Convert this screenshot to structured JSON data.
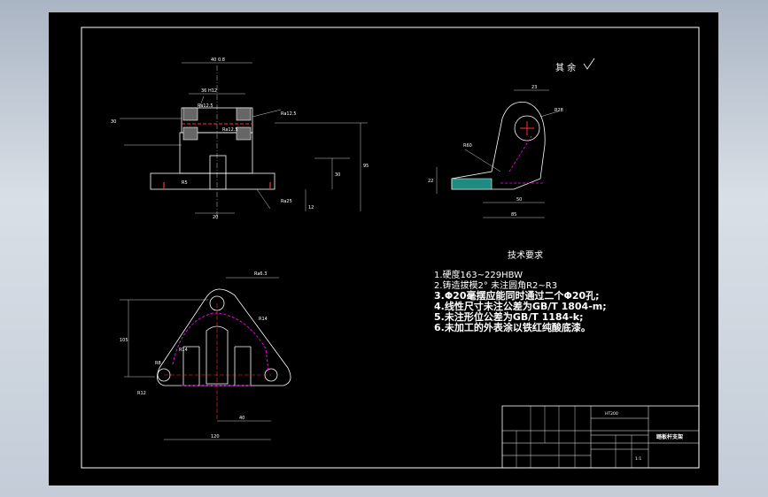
{
  "drawing": {
    "roughness_label": "其 余",
    "tech_title": "技术要求",
    "tech_notes": [
      "1.硬度163~229HBW",
      "2.铸造拔模2°    未注圆角R2~R3",
      "3.Φ20毫摆应能同时通过二个Φ20孔;",
      "4.线性尺寸未注公差为GB/T 1804-m;",
      "5.未注形位公差为GB/T 1184-k;",
      "6.未加工的外表涂以铁红纯酸底漆。"
    ],
    "front_view": {
      "dims": [
        "40 0.8",
        "36 H12",
        "Ra12.5",
        "Ra12.5",
        "Ra12.5",
        "Ra25",
        "R5",
        "20",
        "30",
        "95",
        "12",
        "30"
      ]
    },
    "side_view": {
      "dims": [
        "23",
        "R28",
        "R60",
        "22",
        "50",
        "85"
      ]
    },
    "top_view": {
      "dims": [
        "Ra6.3",
        "R14",
        "R12",
        "R8",
        "R14",
        "40",
        "105",
        "120"
      ]
    },
    "title_block": {
      "material": "HT200",
      "part_name": "踏板杆支架",
      "scale": "1:1"
    }
  }
}
